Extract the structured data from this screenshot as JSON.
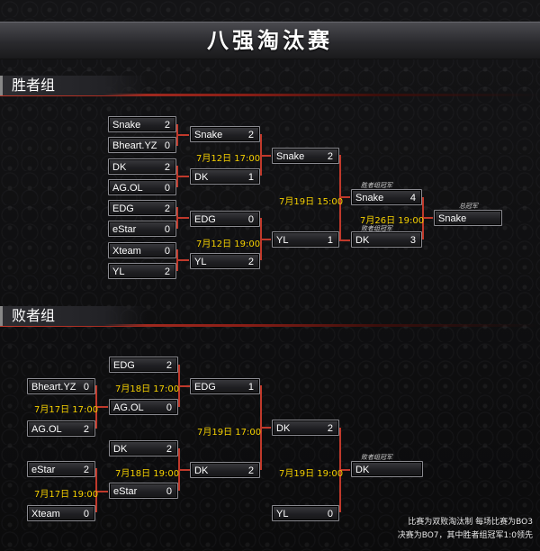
{
  "title": "八强淘汰赛",
  "sections": {
    "winners": "胜者组",
    "losers": "败者组"
  },
  "winners": {
    "r1": [
      {
        "name": "Snake",
        "score": "2"
      },
      {
        "name": "Bheart.YZ",
        "score": "0"
      },
      {
        "name": "DK",
        "score": "2"
      },
      {
        "name": "AG.OL",
        "score": "0"
      },
      {
        "name": "EDG",
        "score": "2"
      },
      {
        "name": "eStar",
        "score": "0"
      },
      {
        "name": "Xteam",
        "score": "0"
      },
      {
        "name": "YL",
        "score": "2"
      }
    ],
    "r2": [
      {
        "name": "Snake",
        "score": "2"
      },
      {
        "name": "DK",
        "score": "1"
      },
      {
        "name": "EDG",
        "score": "0"
      },
      {
        "name": "YL",
        "score": "2"
      }
    ],
    "r2_times": [
      "7月12日 17:00",
      "7月12日 19:00"
    ],
    "r3": [
      {
        "name": "Snake",
        "score": "2"
      },
      {
        "name": "YL",
        "score": "1"
      }
    ],
    "r3_time": "7月19日 15:00",
    "final": [
      {
        "name": "Snake",
        "score": "4"
      },
      {
        "name": "DK",
        "score": "3"
      }
    ],
    "final_time": "7月26日 19:00",
    "final_tags": [
      "胜者组冠军",
      "败者组冠军"
    ],
    "champion_tag": "总冠军",
    "champion": "Snake"
  },
  "losers": {
    "r1": [
      {
        "name": "Bheart.YZ",
        "score": "0"
      },
      {
        "name": "AG.OL",
        "score": "2"
      },
      {
        "name": "eStar",
        "score": "2"
      },
      {
        "name": "Xteam",
        "score": "0"
      }
    ],
    "r1_times": [
      "7月17日 17:00",
      "7月17日 19:00"
    ],
    "r2": [
      {
        "name": "EDG",
        "score": "2"
      },
      {
        "name": "AG.OL",
        "score": "0"
      },
      {
        "name": "DK",
        "score": "2"
      },
      {
        "name": "eStar",
        "score": "0"
      }
    ],
    "r2_times": [
      "7月18日 17:00",
      "7月18日 19:00"
    ],
    "r3": [
      {
        "name": "EDG",
        "score": "1"
      },
      {
        "name": "DK",
        "score": "2"
      }
    ],
    "r3_time": "7月19日 17:00",
    "r4": [
      {
        "name": "DK",
        "score": "2"
      },
      {
        "name": "YL",
        "score": "0"
      }
    ],
    "r4_time": "7月19日 19:00",
    "final_tag": "败者组冠军",
    "final": "DK"
  },
  "notes": [
    "比赛为双败淘汰制 每场比赛为BO3",
    "决赛为BO7，其中胜者组冠军1:0领先"
  ],
  "colors": {
    "accent": "#c0392b",
    "time": "#f5d000"
  }
}
